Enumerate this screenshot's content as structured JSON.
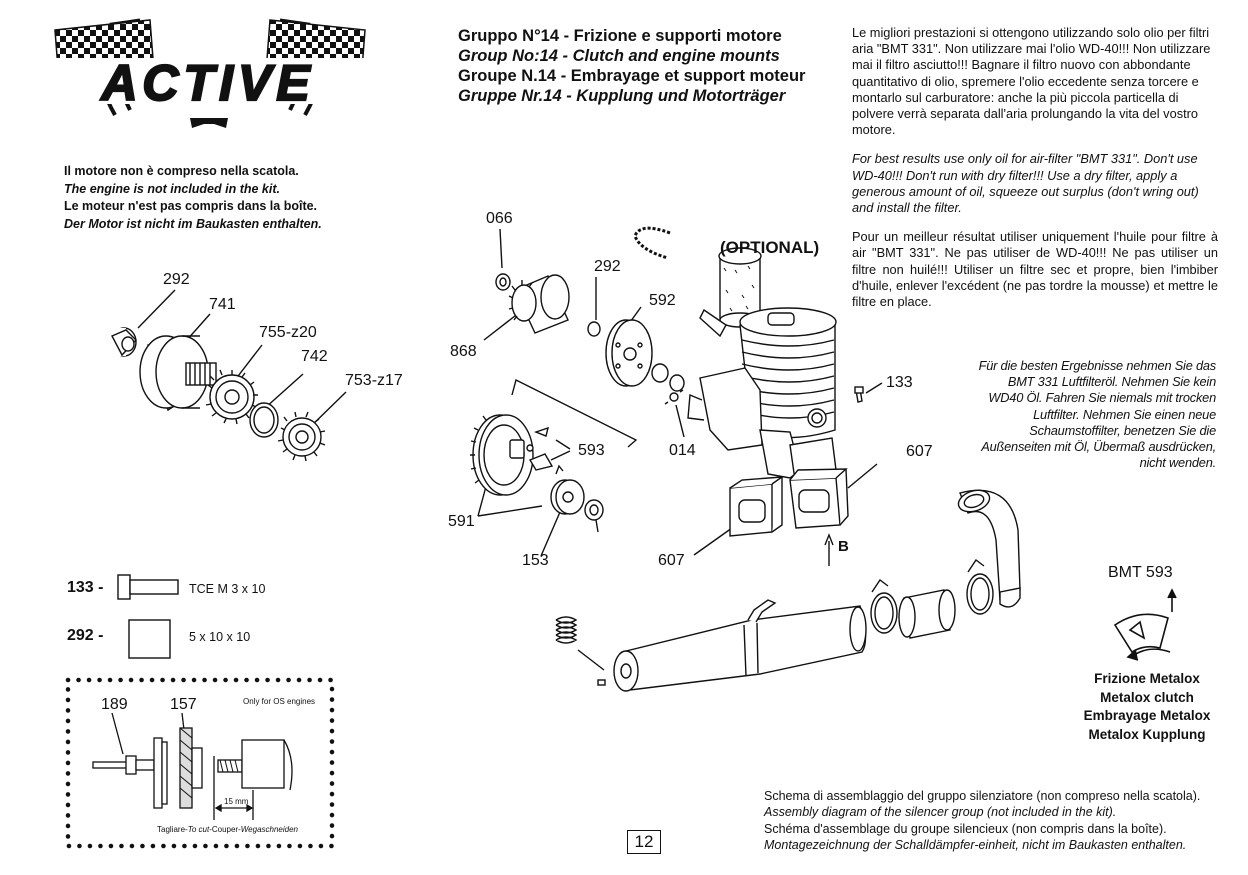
{
  "logo_text": "ACTIVE",
  "header": {
    "it": "Gruppo N°14 - Frizione e supporti motore",
    "en": "Group No:14 - Clutch and engine mounts",
    "fr": "Groupe N.14 - Embrayage et support moteur",
    "de": "Gruppe Nr.14 - Kupplung und Motorträger"
  },
  "engine_note": {
    "it": "Il motore non è compreso nella scatola.",
    "en": "The engine is not included in the kit.",
    "fr": "Le moteur n'est pas compris dans la boîte.",
    "de": "Der Motor ist nicht im Baukasten enthalten."
  },
  "oil_instructions": {
    "it": "Le migliori prestazioni si ottengono utilizzando solo olio per filtri aria \"BMT 331\". Non utilizzare mai l'olio WD-40!!! Non utilizzare mai il filtro asciutto!!! Bagnare il filtro nuovo con abbondante quantitativo di olio, spremere l'olio eccedente senza torcere e montarlo sul carburatore: anche la più piccola particella di polvere verrà separata dall'aria prolungando la vita del vostro motore.",
    "en": "For best results use only oil for air-filter \"BMT 331\". Don't use WD-40!!! Don't run with dry filter!!! Use a dry filter, apply a generous amount of oil, squeeze out surplus (don't wring out) and install the filter.",
    "fr": "Pour un meilleur résultat utiliser uniquement l'huile pour filtre à air \"BMT 331\". Ne pas utiliser de WD-40!!! Ne pas utiliser un filtre non huilé!!! Utiliser un filtre sec et propre, bien l'imbiber d'huile, enlever l'excédent (ne pas tordre la mousse) et mettre le filtre en place.",
    "de": "Für die besten Ergebnisse nehmen Sie das BMT 331 Luftfilteröl. Nehmen Sie kein WD40 Öl. Fahren Sie niemals mit trocken Luftfilter. Nehmen Sie einen neue Schaumstoffilter, benetzen Sie die Außenseiten mit Öl, Übermaß ausdrücken, nicht wenden."
  },
  "part_labels": {
    "p292_left": "292",
    "p741": "741",
    "p755": "755-z20",
    "p742": "742",
    "p753": "753-z17",
    "p066": "066",
    "p292_mid": "292",
    "p592": "592",
    "p868": "868",
    "p593": "593",
    "p014": "014",
    "p591": "591",
    "p153": "153",
    "p607_a": "607",
    "p607_b": "607",
    "p133": "133",
    "optional": "(OPTIONAL)",
    "arrow_b": "B"
  },
  "hardware": [
    {
      "code": "133 -",
      "spec": "TCE M  3 x 10"
    },
    {
      "code": "292 -",
      "spec": "5 x 10 x 10"
    }
  ],
  "os_box": {
    "label_189": "189",
    "label_157": "157",
    "only_os": "Only for OS engines",
    "dim": "15 mm",
    "cut_it": "Tagliare-",
    "cut_en": "To cut",
    "cut_fr": "-Couper-",
    "cut_de": "Wegaschneiden"
  },
  "clutch": {
    "code": "BMT 593",
    "names": [
      "Frizione Metalox",
      "Metalox clutch",
      "Embrayage Metalox",
      "Metalox Kupplung"
    ]
  },
  "silencer_caption": {
    "it": "Schema di assemblaggio del gruppo silenziatore (non compreso nella scatola).",
    "en": "Assembly diagram of the silencer group (not included in the kit).",
    "fr": "Schéma d'assemblage du groupe silencieux (non compris dans la boîte).",
    "de": "Montagezeichnung der Schalldämpfer-einheit, nicht im Baukasten enthalten."
  },
  "page_number": "12"
}
